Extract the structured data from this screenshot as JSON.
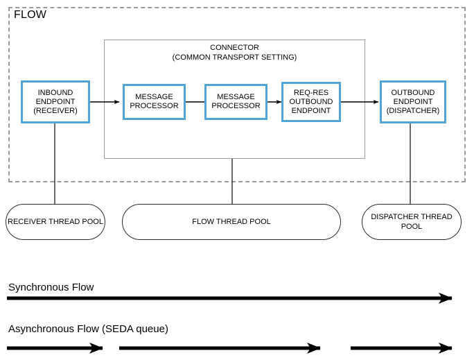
{
  "diagram": {
    "flow_container": {
      "title": "FLOW"
    },
    "connector": {
      "line1": "CONNECTOR",
      "line2": "(COMMON TRANSPORT SETTING)"
    },
    "nodes": [
      {
        "id": "inbound-endpoint",
        "lines": [
          "INBOUND",
          "ENDPOINT",
          "(RECEIVER)"
        ]
      },
      {
        "id": "message-processor-1",
        "lines": [
          "MESSAGE",
          "PROCESSOR"
        ]
      },
      {
        "id": "message-processor-2",
        "lines": [
          "MESSAGE",
          "PROCESSOR"
        ]
      },
      {
        "id": "req-res-outbound-endpoint",
        "lines": [
          "REQ-RES",
          "OUTBOUND",
          "ENDPOINT"
        ]
      },
      {
        "id": "outbound-endpoint",
        "lines": [
          "OUTBOUND",
          "ENDPOINT",
          "(DISPATCHER)"
        ]
      }
    ],
    "thread_pools": [
      {
        "id": "receiver-thread-pool",
        "lines": [
          "RECEIVER",
          "THREAD POOL"
        ]
      },
      {
        "id": "flow-thread-pool",
        "lines": [
          "FLOW",
          "THREAD POOL"
        ]
      },
      {
        "id": "dispatcher-thread-pool",
        "lines": [
          "DISPATCHER",
          "THREAD POOL"
        ]
      }
    ],
    "legend": [
      {
        "id": "synchronous-flow",
        "label": "Synchronous Flow",
        "style": "solid"
      },
      {
        "id": "asynchronous-flow",
        "label": "Asynchronous Flow (SEDA queue)",
        "style": "segmented"
      }
    ],
    "colors": {
      "node_border": "#4fa6d4",
      "container_border": "#9a9a9a",
      "connector_border": "#9a9a9a",
      "pool_border": "#2b2b2b",
      "arrow": "#000000",
      "text": "#000000"
    }
  }
}
